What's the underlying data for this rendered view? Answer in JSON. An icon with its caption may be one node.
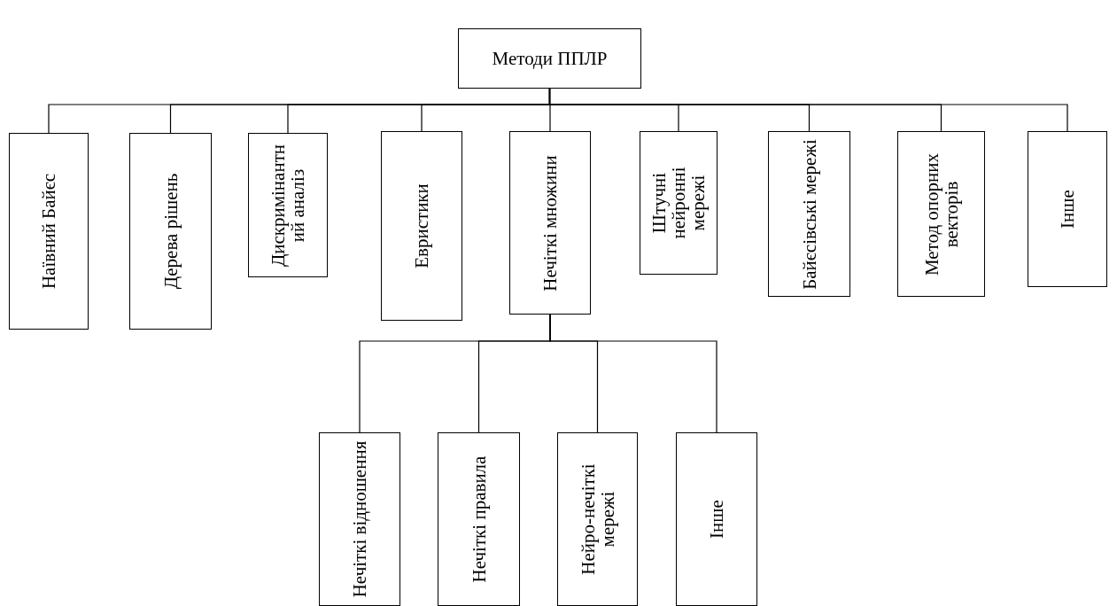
{
  "diagram": {
    "nodes": [
      {
        "text": [
          "Методи ППЛР"
        ]
      },
      {
        "text": [
          "Наївний Байєс"
        ]
      },
      {
        "text": [
          "Дерева рішень"
        ]
      },
      {
        "text": [
          "Дискримінантний аналіз"
        ]
      },
      {
        "text": [
          "Евристики"
        ]
      },
      {
        "text": [
          "Нечіткі множини"
        ]
      },
      {
        "text": [
          "Штучні нейронні мережі"
        ]
      },
      {
        "text": [
          "Байєсівські мережі"
        ]
      },
      {
        "text": [
          "Метод опорних векторів"
        ]
      },
      {
        "text": [
          "Інше"
        ]
      },
      {
        "text": [
          "Нечіткі відношення"
        ]
      },
      {
        "text": [
          "Нечіткі правила"
        ]
      },
      {
        "text": [
          "Нейро-нечіткі мережі"
        ]
      },
      {
        "text": [
          "Інше"
        ]
      }
    ],
    "edges": [
      {
        "from": 0,
        "to": 1,
        "arrow": "none"
      },
      {
        "from": 0,
        "to": 2,
        "arrow": "none"
      },
      {
        "from": 0,
        "to": 3,
        "arrow": "none"
      },
      {
        "from": 0,
        "to": 4,
        "arrow": "none"
      },
      {
        "from": 0,
        "to": 5,
        "arrow": "none"
      },
      {
        "from": 0,
        "to": 6,
        "arrow": "none"
      },
      {
        "from": 0,
        "to": 7,
        "arrow": "none"
      },
      {
        "from": 0,
        "to": 8,
        "arrow": "none"
      },
      {
        "from": 0,
        "to": 9,
        "arrow": "none"
      },
      {
        "from": 5,
        "to": 10,
        "arrow": "none"
      },
      {
        "from": 5,
        "to": 11,
        "arrow": "none"
      },
      {
        "from": 5,
        "to": 12,
        "arrow": "none"
      },
      {
        "from": 5,
        "to": 13,
        "arrow": "none"
      }
    ]
  }
}
